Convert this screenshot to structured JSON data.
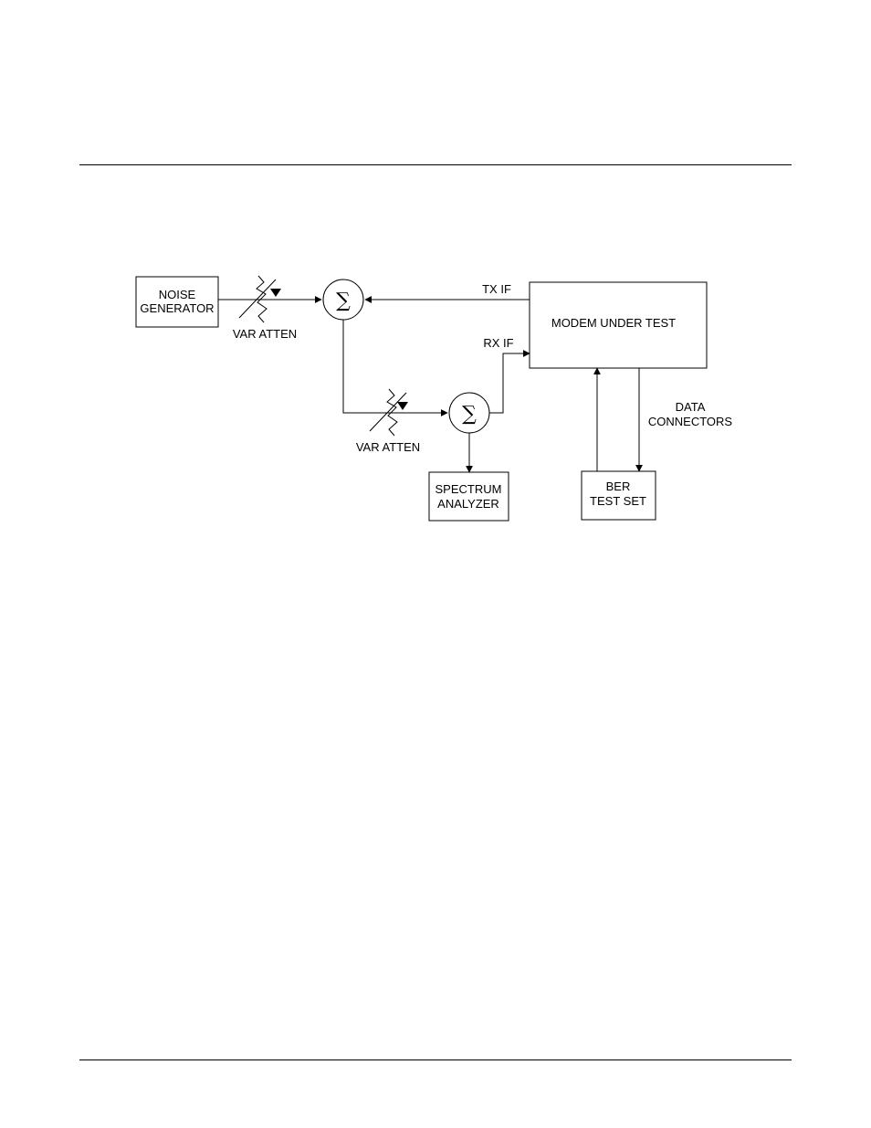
{
  "blocks": {
    "noise_generator": [
      "NOISE",
      "GENERATOR"
    ],
    "modem": [
      "MODEM UNDER TEST"
    ],
    "spectrum_analyzer": [
      "SPECTRUM",
      "ANALYZER"
    ],
    "ber_test_set": [
      "BER",
      "TEST SET"
    ]
  },
  "labels": {
    "var_atten_1": "VAR ATTEN",
    "var_atten_2": "VAR ATTEN",
    "tx_if": "TX IF",
    "rx_if": "RX IF",
    "data_connectors": [
      "DATA",
      "CONNECTORS"
    ]
  },
  "summers": {
    "symbol": "∑"
  }
}
